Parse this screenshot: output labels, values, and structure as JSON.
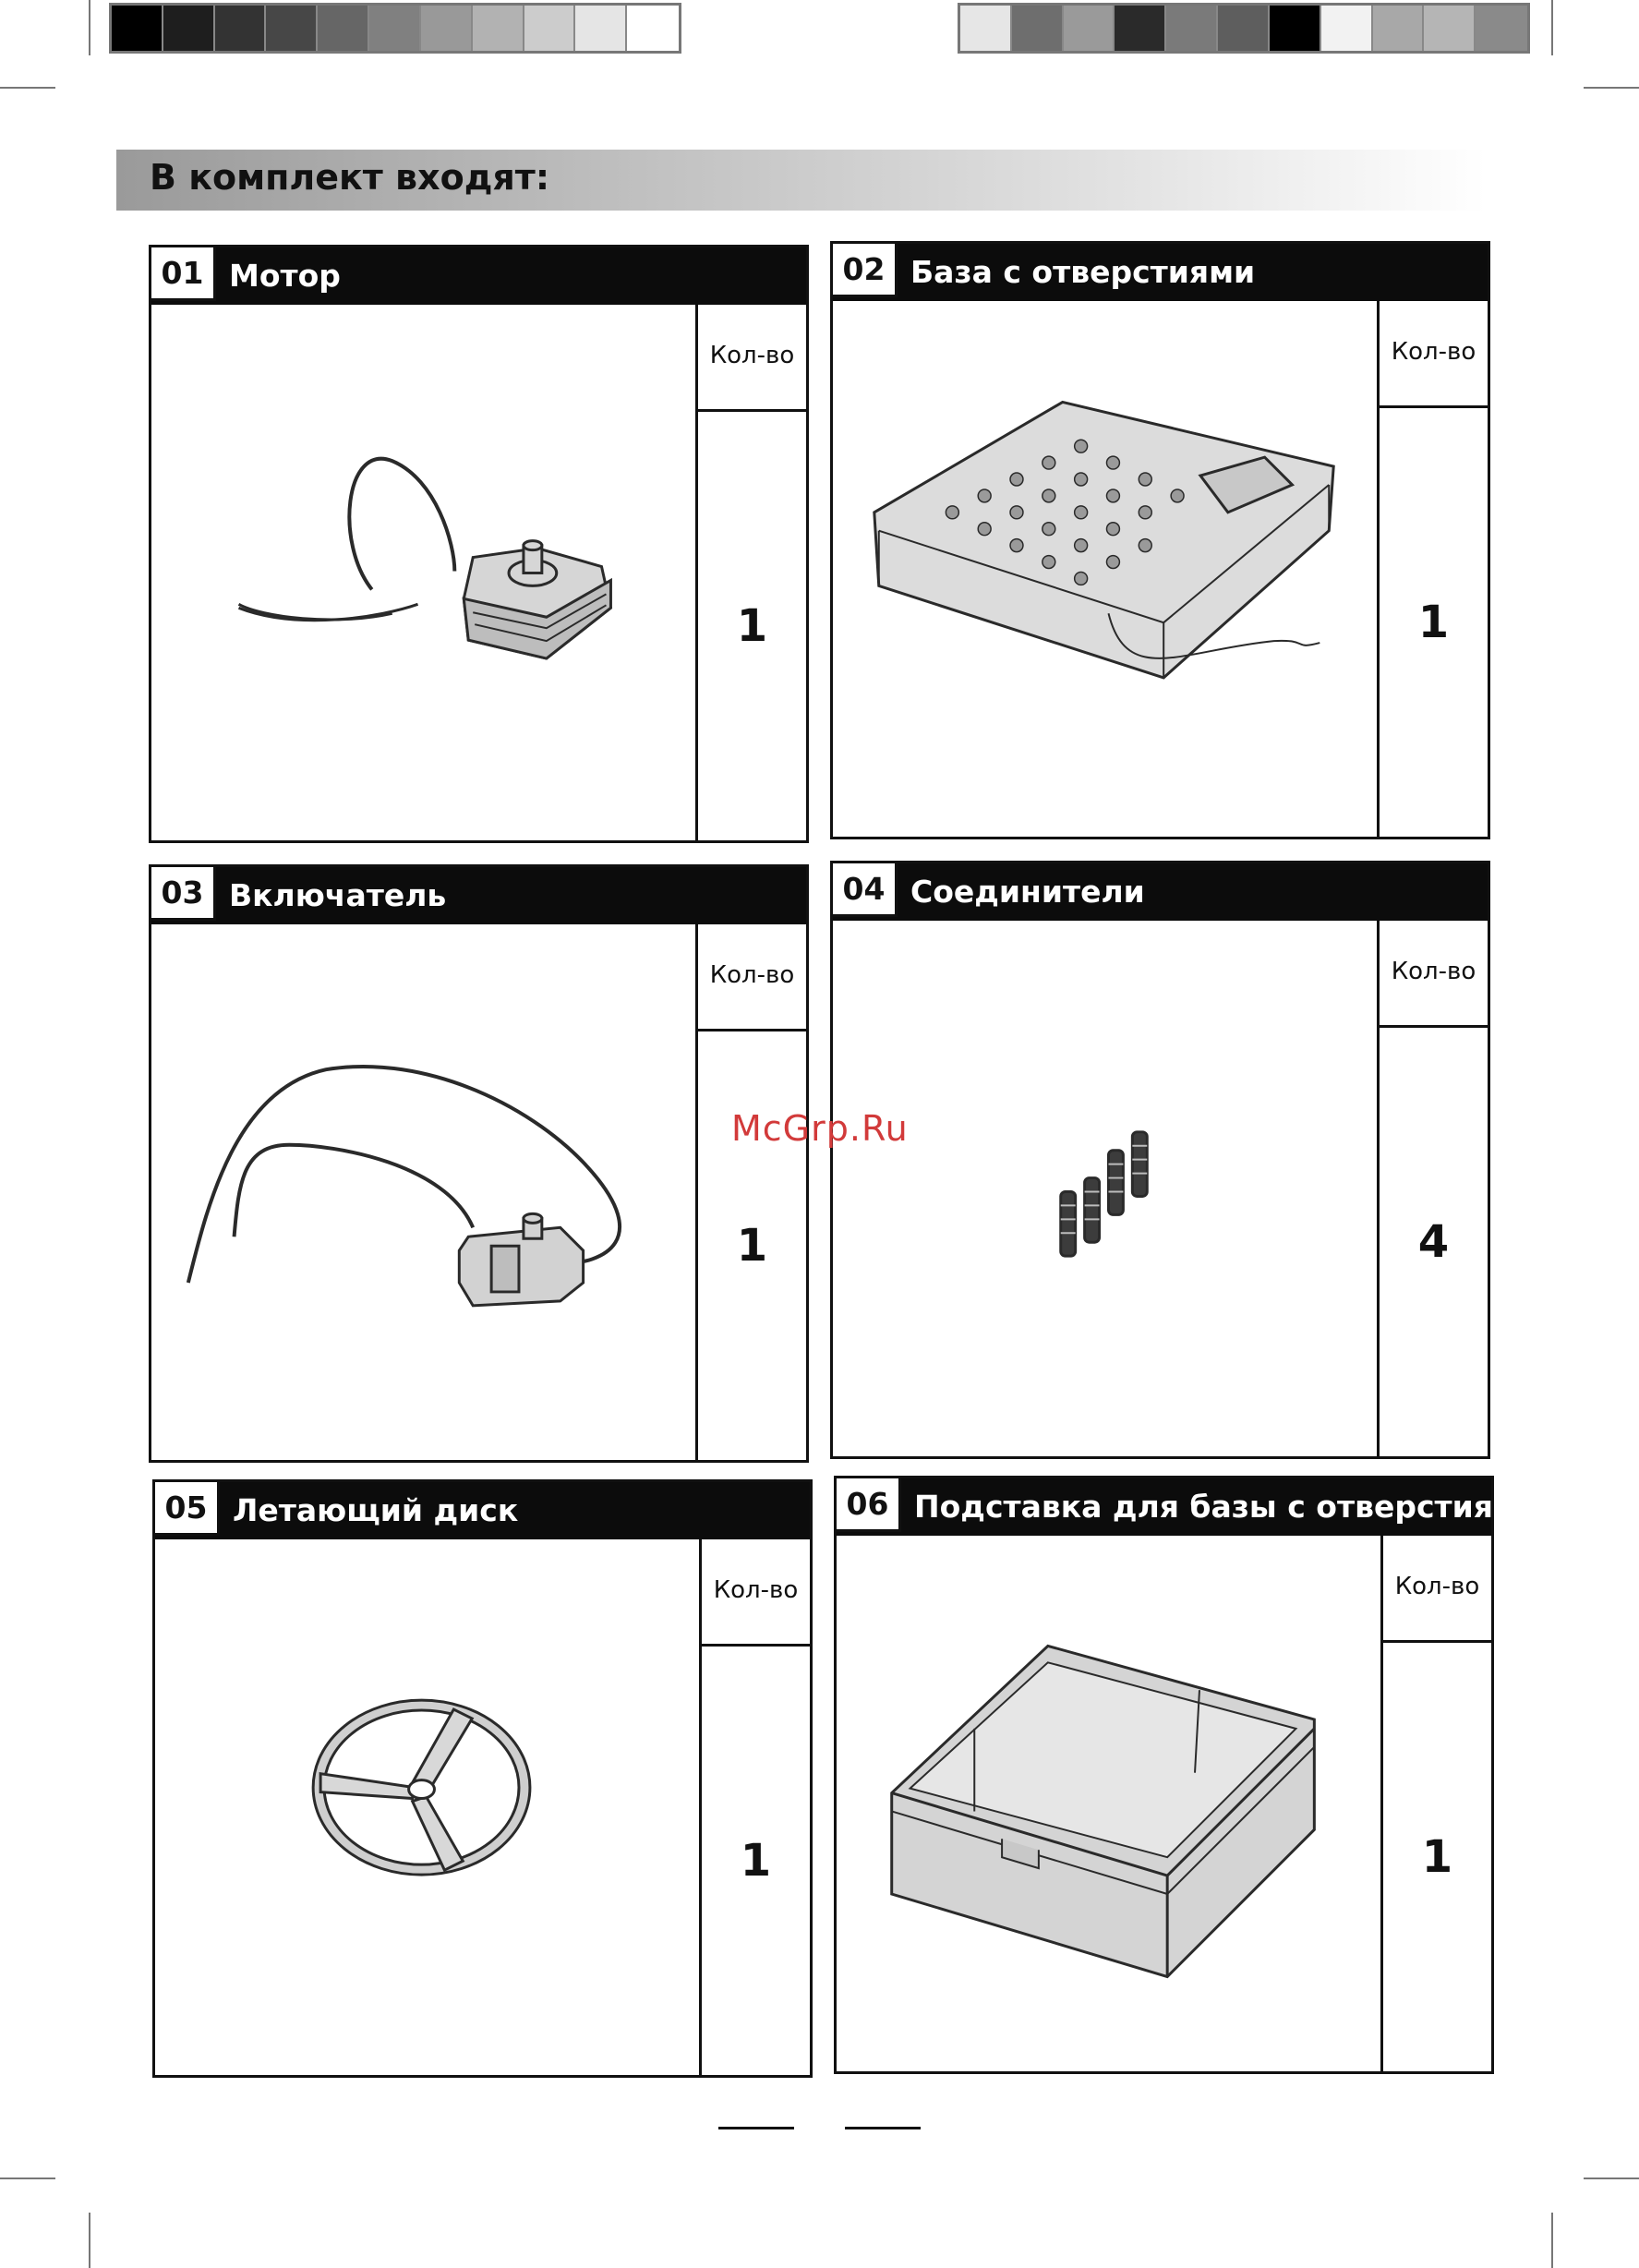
{
  "colors": {
    "left_strip": [
      "#000000",
      "#1e1e1e",
      "#333333",
      "#474747",
      "#666666",
      "#808080",
      "#999999",
      "#b2b2b2",
      "#cccccc",
      "#e5e5e5",
      "#ffffff"
    ],
    "right_strip": [
      "#e6e6e6",
      "#6e6e6e",
      "#9a9a9a",
      "#2a2a2a",
      "#7a7a7a",
      "#5e5e5e",
      "#000000",
      "#f2f2f2",
      "#a8a8a8",
      "#b5b5b5",
      "#8a8a8a"
    ],
    "watermark": "#d23a3a"
  },
  "header": {
    "title": "В комплект входят:"
  },
  "watermark": "McGrp.Ru",
  "items": [
    {
      "num": "01",
      "name": "Мотор",
      "qty_label": "Кол-во",
      "qty": "1",
      "icon": "motor-illustration"
    },
    {
      "num": "02",
      "name": "База с отверстиями",
      "qty_label": "Кол-во",
      "qty": "1",
      "icon": "base-with-holes-illustration"
    },
    {
      "num": "03",
      "name": "Включатель",
      "qty_label": "Кол-во",
      "qty": "1",
      "icon": "switch-illustration"
    },
    {
      "num": "04",
      "name": "Соединители",
      "qty_label": "Кол-во",
      "qty": "4",
      "icon": "connectors-illustration"
    },
    {
      "num": "05",
      "name": "Летающий диск",
      "qty_label": "Кол-во",
      "qty": "1",
      "icon": "flying-disc-illustration"
    },
    {
      "num": "06",
      "name": "Подставка для базы с отверстиями",
      "qty_label": "Кол-во",
      "qty": "1",
      "icon": "base-stand-illustration"
    }
  ]
}
